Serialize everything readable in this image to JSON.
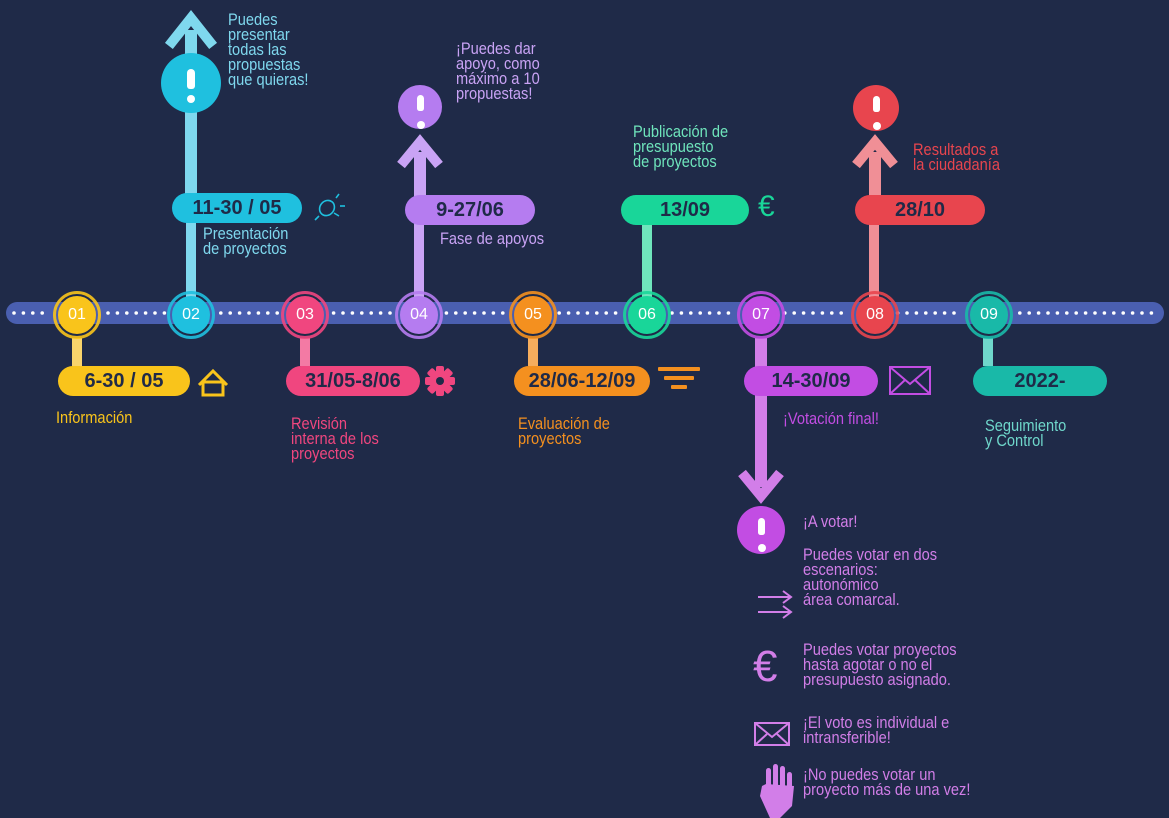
{
  "colors": {
    "background": "#1f2a48",
    "timeline": "#4a5fb0",
    "c01": "#f9c41b",
    "c02": "#1fc0df",
    "c03": "#f0467f",
    "c04": "#b57cf0",
    "c05": "#f4901f",
    "c06": "#19d699",
    "c07": "#c24de3",
    "c08": "#e8454e",
    "c09": "#19b9a8"
  },
  "steps": [
    {
      "number": "01",
      "date": "6-30 / 05",
      "label": [
        "Información"
      ],
      "icon": "house-icon"
    },
    {
      "number": "02",
      "date": "11-30 / 05",
      "label": [
        "Presentación",
        "de proyectos"
      ],
      "note": [
        "Puedes",
        "presentar",
        "todas las",
        "propuestas",
        "que quieras!"
      ],
      "icon": "lightbulb-icon"
    },
    {
      "number": "03",
      "date": "31/05-8/06",
      "label": [
        "Revisión",
        "interna de los",
        "proyectos"
      ],
      "icon": "gear-icon"
    },
    {
      "number": "04",
      "date": "9-27/06",
      "label": [
        "Fase de apoyos"
      ],
      "note": [
        "¡Puedes dar",
        "apoyo, como",
        "máximo a 10",
        "propuestas!"
      ]
    },
    {
      "number": "05",
      "date": "28/06-12/09",
      "label": [
        "Evaluación de",
        "proyectos"
      ],
      "icon": "filter-icon"
    },
    {
      "number": "06",
      "date": "13/09",
      "label": [
        "Publicación de",
        "presupuesto",
        "de proyectos"
      ],
      "icon": "euro-icon"
    },
    {
      "number": "07",
      "date": "14-30/09",
      "label": [
        "¡Votación final!"
      ],
      "icon": "envelope-icon"
    },
    {
      "number": "08",
      "date": "28/10",
      "label": [
        "Resultados a",
        "la ciudadanía"
      ]
    },
    {
      "number": "09",
      "date": "2022-",
      "label": [
        "Seguimiento",
        "y Control"
      ]
    }
  ],
  "vote_info": {
    "title": "¡A votar!",
    "scenarios": [
      "Puedes votar en dos",
      "escenarios:"
    ],
    "scenario_items": [
      "autonómico",
      "área comarcal."
    ],
    "budget": [
      "Puedes votar proyectos",
      "hasta agotar o no el",
      "presupuesto asignado."
    ],
    "individual": [
      "¡El voto es individual e",
      "intransferible!"
    ],
    "once": [
      "¡No puedes votar un",
      "proyecto más de una vez!"
    ],
    "euro_symbol": "€"
  }
}
